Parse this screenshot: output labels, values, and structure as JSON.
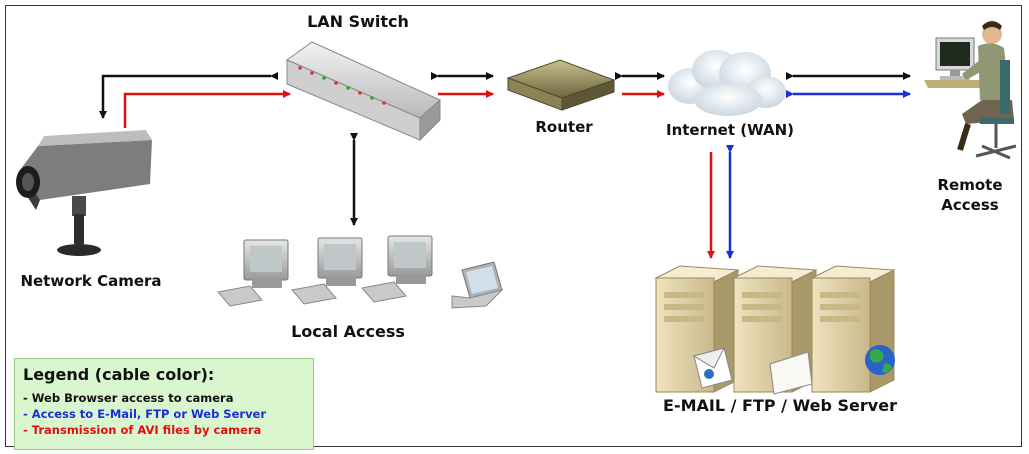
{
  "labels": {
    "lan_switch": "LAN Switch",
    "router": "Router",
    "internet": "Internet (WAN)",
    "remote_access_line1": "Remote",
    "remote_access_line2": "Access",
    "network_camera": "Network Camera",
    "local_access": "Local Access",
    "servers": "E-MAIL / FTP / Web Server"
  },
  "legend": {
    "title": "Legend (cable color):",
    "items": [
      {
        "text": "- Web Browser access to camera",
        "color": "#111111"
      },
      {
        "text": "- Access to E-Mail, FTP or Web Server",
        "color": "#1a2fd6"
      },
      {
        "text": "- Transmission of AVI files by camera",
        "color": "#e01010"
      }
    ]
  },
  "colors": {
    "black_cable": "#111111",
    "blue_cable": "#1a2fd6",
    "red_cable": "#e01010",
    "legend_bg": "#d9f6cf"
  },
  "icons": [
    "network-camera-icon",
    "lan-switch-icon",
    "router-icon",
    "internet-cloud-icon",
    "remote-user-icon",
    "desktop-computer-icon",
    "laptop-icon",
    "server-icon",
    "globe-icon",
    "envelope-icon"
  ]
}
